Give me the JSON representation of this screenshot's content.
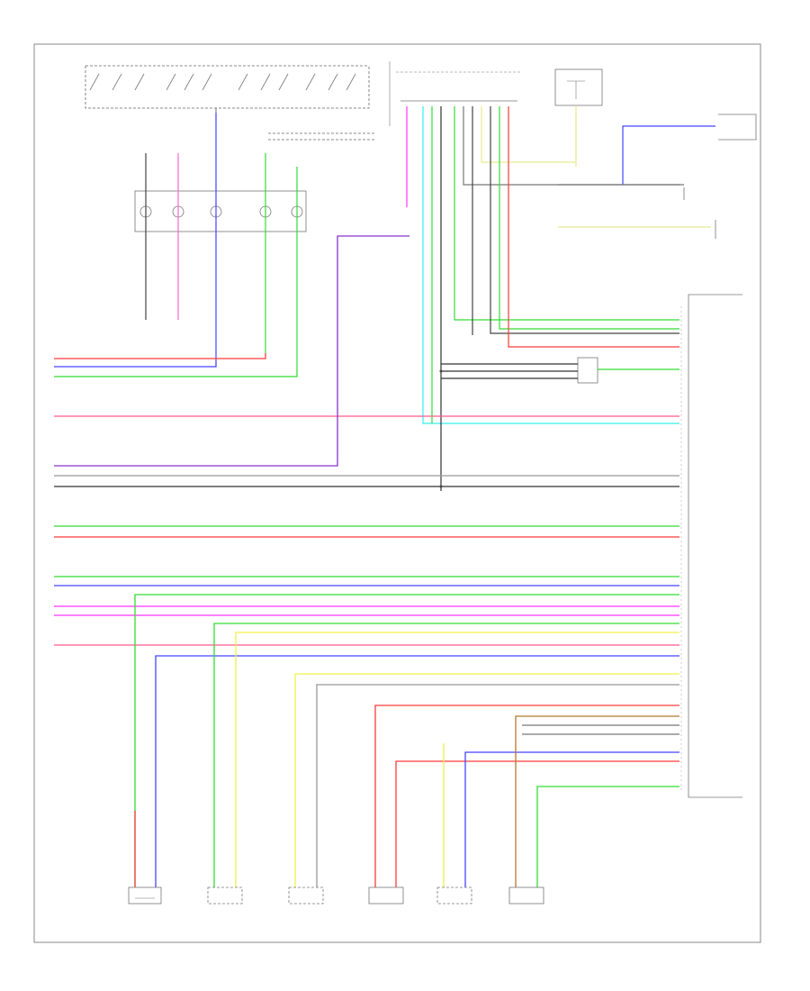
{
  "diagram": {
    "border_color": "#777777",
    "page_code": "",
    "wire_colors": {
      "red": "#ff3b3b",
      "green": "#33dd33",
      "blue": "#4444ff",
      "yellow": "#f2f24a",
      "magenta": "#ff33ff",
      "pink": "#ff5a8a",
      "cyan": "#33eeee",
      "violet": "#8833cc",
      "black": "#333333",
      "gray": "#999999",
      "lightyellow": "#eaea90",
      "brown": "#b07a30"
    },
    "connectors": [
      {
        "id": "top-left-connector",
        "label": ""
      },
      {
        "id": "top-center-connector",
        "label": ""
      },
      {
        "id": "top-right-switch",
        "label": ""
      },
      {
        "id": "joint-connector",
        "label": ""
      },
      {
        "id": "right-module",
        "label": ""
      }
    ],
    "speakers": [
      {
        "id": "speaker-1",
        "label": ""
      },
      {
        "id": "speaker-2",
        "label": ""
      },
      {
        "id": "speaker-3",
        "label": ""
      },
      {
        "id": "speaker-4",
        "label": ""
      },
      {
        "id": "speaker-5",
        "label": ""
      },
      {
        "id": "speaker-6",
        "label": ""
      }
    ]
  }
}
